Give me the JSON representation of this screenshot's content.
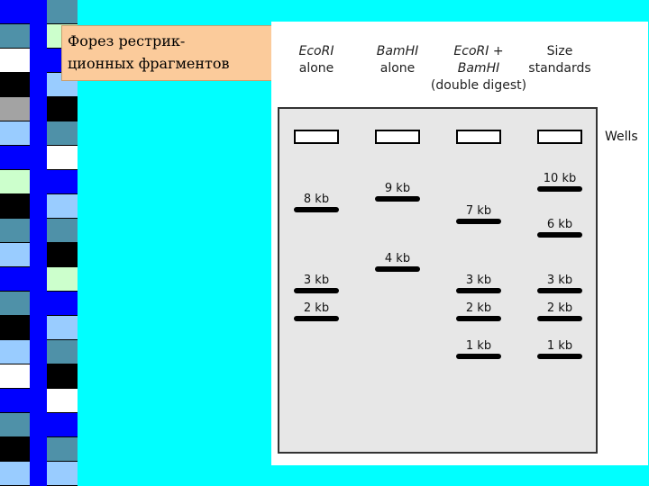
{
  "slide": {
    "title_lines": [
      "Форез рестрик-",
      "ционных фрагментов"
    ],
    "colors": {
      "background": "#00ffff",
      "title_box": "#fbcb9b",
      "gel": "#e7e7e7",
      "band": "#000000"
    },
    "stripe_colors_left": [
      "#0000ff",
      "#4f91a8",
      "#ffffff",
      "#000000",
      "#a3a3a3",
      "#99ccff",
      "#0000ff",
      "#ccffcc",
      "#000000",
      "#4f91a8",
      "#99ccff",
      "#0000ff",
      "#4f91a8",
      "#000000",
      "#99ccff",
      "#ffffff",
      "#0000ff",
      "#4f91a8",
      "#000000",
      "#99ccff"
    ],
    "stripe_colors_right": [
      "#4f91a8",
      "#ccffcc",
      "#0000ff",
      "#99ccff",
      "#000000",
      "#4f91a8",
      "#ffffff",
      "#0000ff",
      "#99ccff",
      "#4f91a8",
      "#000000",
      "#ccffcc",
      "#0000ff",
      "#99ccff",
      "#4f91a8",
      "#000000",
      "#ffffff",
      "#0000ff",
      "#4f91a8",
      "#99ccff"
    ]
  },
  "gel": {
    "lanes": [
      {
        "header": [
          "EcoRI",
          "alone"
        ]
      },
      {
        "header": [
          "BamHI",
          "alone"
        ]
      },
      {
        "header": [
          "EcoRI +",
          "BamHI",
          "(double digest)"
        ]
      },
      {
        "header": [
          "Size",
          "standards"
        ]
      }
    ],
    "wells_label": "Wells",
    "bands": [
      {
        "lane": 0,
        "size_kb": 8,
        "label": "8 kb"
      },
      {
        "lane": 0,
        "size_kb": 3,
        "label": "3 kb"
      },
      {
        "lane": 0,
        "size_kb": 2,
        "label": "2 kb"
      },
      {
        "lane": 1,
        "size_kb": 9,
        "label": "9 kb"
      },
      {
        "lane": 1,
        "size_kb": 4,
        "label": "4 kb"
      },
      {
        "lane": 2,
        "size_kb": 7,
        "label": "7 kb"
      },
      {
        "lane": 2,
        "size_kb": 3,
        "label": "3 kb"
      },
      {
        "lane": 2,
        "size_kb": 2,
        "label": "2 kb"
      },
      {
        "lane": 2,
        "size_kb": 1,
        "label": "1 kb"
      },
      {
        "lane": 3,
        "size_kb": 10,
        "label": "10 kb"
      },
      {
        "lane": 3,
        "size_kb": 6,
        "label": "6 kb"
      },
      {
        "lane": 3,
        "size_kb": 3,
        "label": "3 kb"
      },
      {
        "lane": 3,
        "size_kb": 2,
        "label": "2 kb"
      },
      {
        "lane": 3,
        "size_kb": 1,
        "label": "1 kb"
      }
    ]
  }
}
